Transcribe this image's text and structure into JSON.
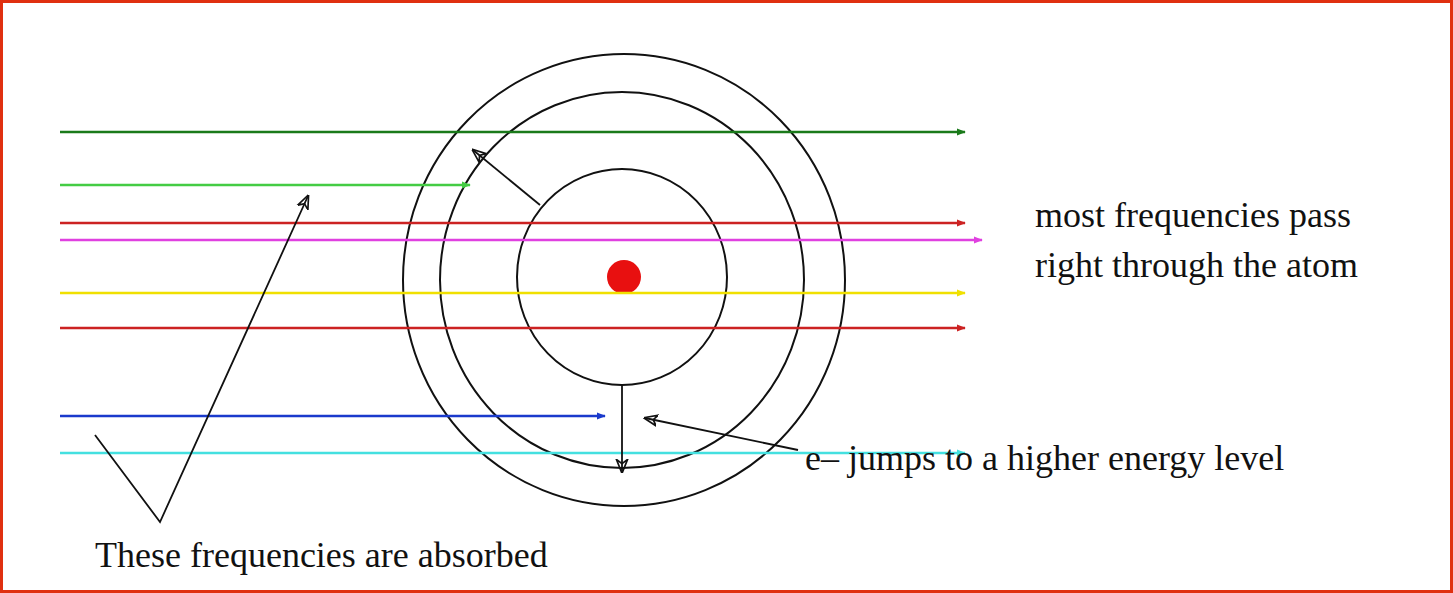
{
  "diagram": {
    "labels": [
      "most frequencies pass right through the atom",
      "e– jumps to a higher energy level",
      "These frequencies are absorbed"
    ]
  }
}
